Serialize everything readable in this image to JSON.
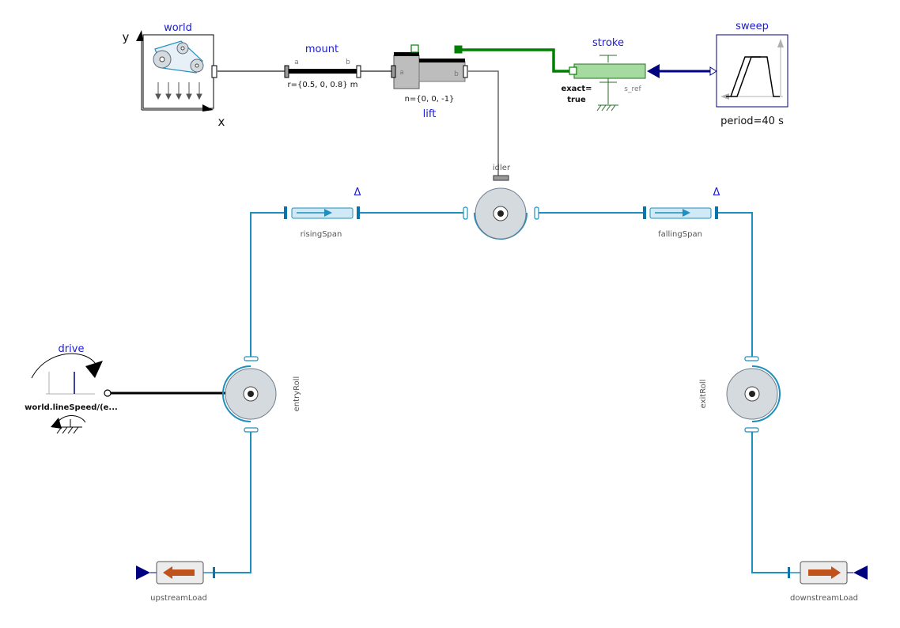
{
  "components": {
    "world": {
      "name": "world",
      "axis_y": "y",
      "axis_x": "x"
    },
    "mount": {
      "name": "mount",
      "port_a": "a",
      "port_b": "b",
      "param": "r={0.5, 0, 0.8} m"
    },
    "lift": {
      "name": "lift",
      "port_a": "a",
      "port_b": "b",
      "param": "n={0, 0, -1}"
    },
    "stroke": {
      "name": "stroke",
      "param_line1": "exact=",
      "param_line2": "true",
      "ref_label": "s_ref"
    },
    "sweep": {
      "name": "sweep",
      "param": "period=40 s"
    },
    "idler": {
      "name": "idler"
    },
    "risingSpan": {
      "name": "risingSpan",
      "marker": "Δ"
    },
    "fallingSpan": {
      "name": "fallingSpan",
      "marker": "Δ"
    },
    "drive": {
      "name": "drive",
      "param": "world.lineSpeed/(e..."
    },
    "entryRoll": {
      "name": "entryRoll"
    },
    "exitRoll": {
      "name": "exitRoll"
    },
    "upstreamLoad": {
      "name": "upstreamLoad"
    },
    "downstreamLoad": {
      "name": "downstreamLoad"
    }
  },
  "colors": {
    "web": "#1f8fbf",
    "web_dark": "#0b74a8",
    "signal": "#000080",
    "translational": "#008000",
    "mechanics": "#000000",
    "load_arrow": "#c0521c",
    "label": "#1a1ad6"
  },
  "icons": [
    "world-icon",
    "roll-icon",
    "span-icon",
    "load-icon",
    "drive-icon",
    "sweep-icon",
    "stroke-icon"
  ]
}
